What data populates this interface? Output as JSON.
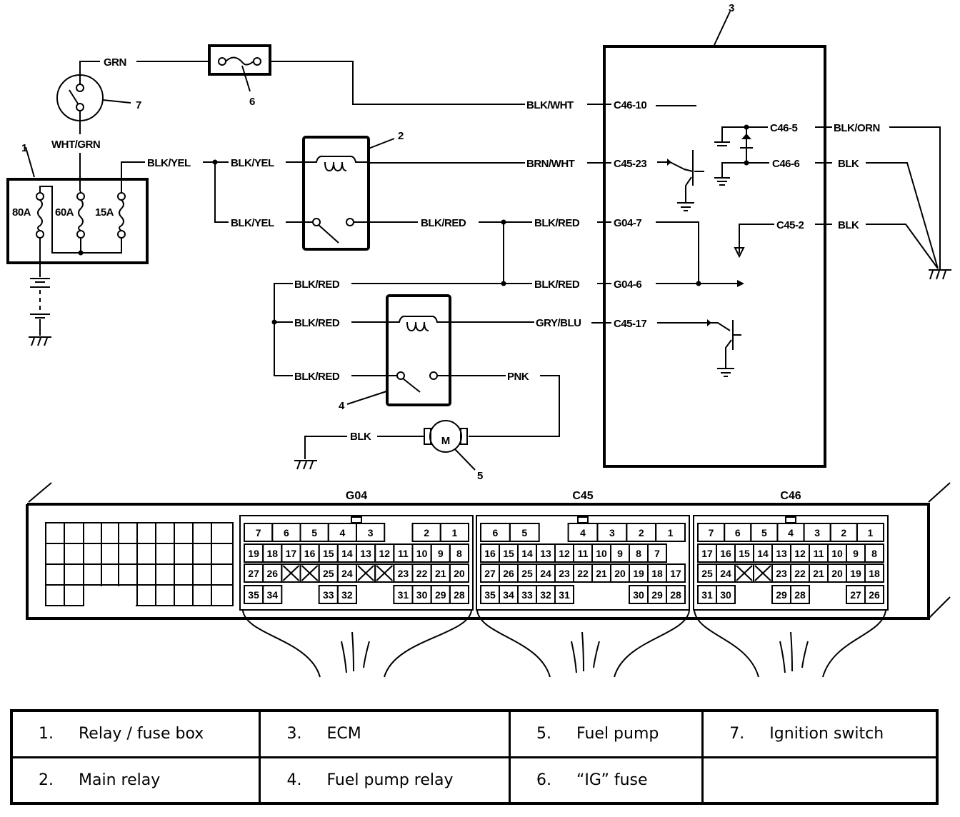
{
  "wires": {
    "grn": "GRN",
    "wht_grn": "WHT/GRN",
    "blk_yel_1": "BLK/YEL",
    "blk_yel_2": "BLK/YEL",
    "blk_yel_3": "BLK/YEL",
    "blk_wht": "BLK/WHT",
    "brn_wht": "BRN/WHT",
    "blk_red_1": "BLK/RED",
    "blk_red_2": "BLK/RED",
    "blk_red_3": "BLK/RED",
    "blk_red_4": "BLK/RED",
    "blk_red_5": "BLK/RED",
    "blk_red_6": "BLK/RED",
    "gry_blu": "GRY/BLU",
    "pnk": "PNK",
    "blk_pump": "BLK",
    "blk_orn": "BLK/ORN",
    "blk_a": "BLK",
    "blk_b": "BLK"
  },
  "fuses": {
    "f1": "80A",
    "f2": "60A",
    "f3": "15A"
  },
  "ecm_terminals": {
    "c46_10": "C46-10",
    "c45_23": "C45-23",
    "g04_7": "G04-7",
    "g04_6": "G04-6",
    "c45_17": "C45-17",
    "c46_5": "C46-5",
    "c46_6": "C46-6",
    "c45_2": "C45-2"
  },
  "callouts": {
    "c1": "1",
    "c2": "2",
    "c3": "3",
    "c4": "4",
    "c5": "5",
    "c6": "6",
    "c7": "7"
  },
  "motor_symbol": "M",
  "connectors": [
    {
      "name": "G04",
      "rows": [
        [
          "7",
          "6",
          "5",
          "4",
          "3",
          "",
          "2",
          "1"
        ],
        [
          "19",
          "18",
          "17",
          "16",
          "15",
          "14",
          "13",
          "12",
          "11",
          "10",
          "9",
          "8"
        ],
        [
          "27",
          "26",
          "X",
          "X",
          "25",
          "24",
          "X",
          "X",
          "23",
          "22",
          "21",
          "20"
        ],
        [
          "35",
          "34",
          "",
          "",
          "33",
          "32",
          "",
          "",
          "31",
          "30",
          "29",
          "28"
        ]
      ]
    },
    {
      "name": "C45",
      "rows": [
        [
          "6",
          "5",
          "",
          "4",
          "3",
          "2",
          "1"
        ],
        [
          "16",
          "15",
          "14",
          "13",
          "12",
          "11",
          "10",
          "9",
          "8",
          "7",
          ""
        ],
        [
          "27",
          "26",
          "25",
          "24",
          "23",
          "22",
          "21",
          "20",
          "19",
          "18",
          "17"
        ],
        [
          "35",
          "34",
          "33",
          "32",
          "31",
          "",
          "",
          "",
          "30",
          "29",
          "28"
        ]
      ]
    },
    {
      "name": "C46",
      "rows": [
        [
          "7",
          "6",
          "5",
          "4",
          "3",
          "2",
          "1"
        ],
        [
          "17",
          "16",
          "15",
          "14",
          "13",
          "12",
          "11",
          "10",
          "9",
          "8"
        ],
        [
          "25",
          "24",
          "X",
          "X",
          "23",
          "22",
          "21",
          "20",
          "19",
          "18"
        ],
        [
          "31",
          "30",
          "",
          "",
          "29",
          "28",
          "",
          "",
          "27",
          "26"
        ]
      ]
    }
  ],
  "legend": [
    [
      {
        "num": "1.",
        "label": "Relay / fuse box"
      },
      {
        "num": "3.",
        "label": "ECM"
      },
      {
        "num": "5.",
        "label": "Fuel pump"
      },
      {
        "num": "7.",
        "label": "Ignition switch"
      }
    ],
    [
      {
        "num": "2.",
        "label": "Main relay"
      },
      {
        "num": "4.",
        "label": "Fuel pump relay"
      },
      {
        "num": "6.",
        "label": "“IG” fuse"
      },
      {
        "num": "",
        "label": ""
      }
    ]
  ]
}
